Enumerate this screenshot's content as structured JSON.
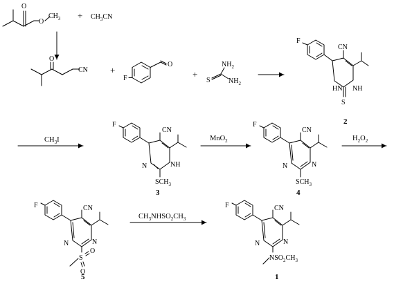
{
  "reagents": {
    "ester": {
      "O_carbonyl": "O",
      "O_ester": "O",
      "ethyl": "CH",
      "ethyl_sub": "3"
    },
    "acetonitrile": {
      "main": "CH",
      "sub": "3",
      "tail": "CN"
    },
    "ketonitrile": {
      "O": "O",
      "CN": "CN"
    },
    "aldehyde": {
      "F": "F",
      "O": "O"
    },
    "thiourea": {
      "NH2_top": "NH",
      "NH2_top_sub": "2",
      "S": "S",
      "NH2_bottom": "NH",
      "NH2_bottom_sub": "2"
    }
  },
  "plus_sign": "+",
  "compounds": {
    "c2": {
      "number": "2",
      "F": "F",
      "CN": "CN",
      "NH_left": "H",
      "N_left": "N",
      "NH_right": "NH",
      "S": "S"
    },
    "c3": {
      "number": "3",
      "F": "F",
      "CN": "CN",
      "N_left": "N",
      "NH_right": "NH",
      "S": "S",
      "CH": "CH",
      "CH_sub": "3"
    },
    "c4": {
      "number": "4",
      "F": "F",
      "CN": "CN",
      "N_left": "N",
      "N_right": "N",
      "S": "S",
      "CH": "CH",
      "CH_sub": "3"
    },
    "c5": {
      "number": "5",
      "F": "F",
      "CN": "CN",
      "N_left": "N",
      "N_right": "N",
      "S": "S",
      "O1": "O",
      "O2": "O"
    },
    "c1": {
      "number": "1",
      "F": "F",
      "CN": "CN",
      "N_left": "N",
      "N_right": "N",
      "N_sub": "N",
      "SO": "SO",
      "SO_sub": "2",
      "CH": "CH",
      "CH_sub": "3"
    }
  },
  "conditions": {
    "step_CH3I": {
      "main": "CH",
      "sub": "3",
      "tail": "I"
    },
    "step_MnO2": {
      "main": "MnO",
      "sub": "2"
    },
    "step_H2O2": {
      "H": "H",
      "sub1": "2",
      "O": "O",
      "sub2": "2"
    },
    "step_sulfonamide": {
      "p1": "CH",
      "s1": "3",
      "p2": "NHSO",
      "s2": "2",
      "p3": "CH",
      "s3": "3"
    }
  }
}
